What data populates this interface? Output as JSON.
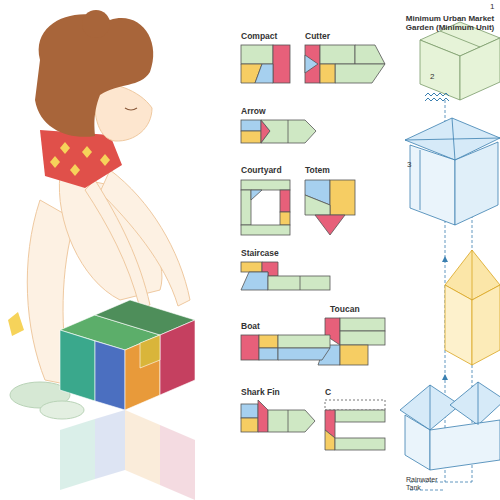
{
  "diagram": {
    "labels": [
      "Compact",
      "Cutter",
      "Arrow",
      "Courtyard",
      "Totem",
      "Staircase",
      "Toucan",
      "Boat",
      "Shark Fin",
      "C",
      "Minimum Urban Market Garden (Minimum Unit)",
      "1",
      "2",
      "3",
      "Rainwater Tank"
    ]
  }
}
